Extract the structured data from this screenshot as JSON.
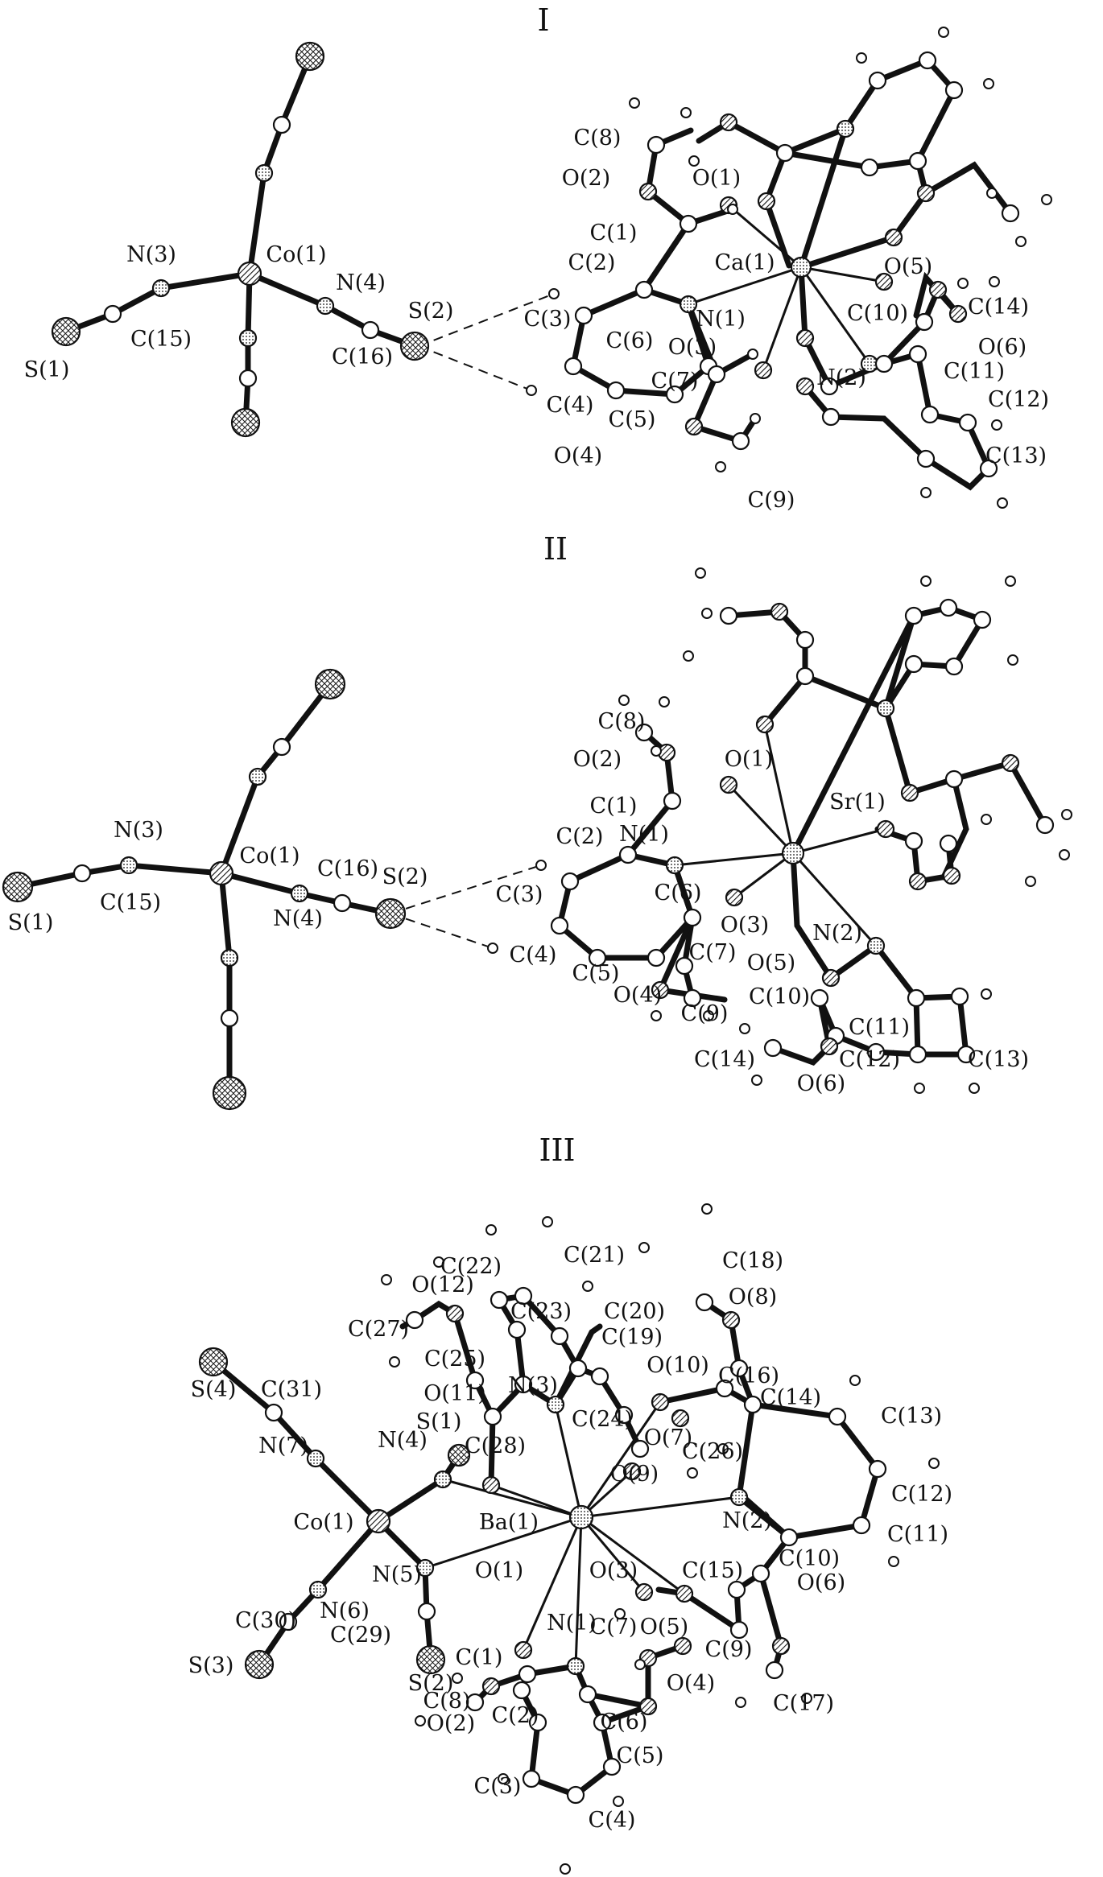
{
  "panels": [
    {
      "title": "I",
      "labels": [
        "C(8)",
        "O(2)",
        "O(1)",
        "C(1)",
        "C(2)",
        "Ca(1)",
        "O(5)",
        "N(3)",
        "Co(1)",
        "N(4)",
        "S(2)",
        "C(3)",
        "N(1)",
        "C(10)",
        "C(14)",
        "S(1)",
        "C(15)",
        "C(16)",
        "C(6)",
        "O(3)",
        "O(6)",
        "C(7)",
        "N(2)",
        "C(11)",
        "C(12)",
        "C(4)",
        "C(5)",
        "O(4)",
        "C(13)",
        "C(9)"
      ]
    },
    {
      "title": "II",
      "labels": [
        "C(8)",
        "O(2)",
        "O(1)",
        "C(1)",
        "Sr(1)",
        "N(3)",
        "Co(1)",
        "C(16)",
        "S(2)",
        "C(2)",
        "N(1)",
        "S(1)",
        "C(15)",
        "N(4)",
        "C(3)",
        "C(6)",
        "C(4)",
        "C(5)",
        "C(7)",
        "O(3)",
        "N(2)",
        "O(4)",
        "O(5)",
        "C(10)",
        "C(9)",
        "C(11)",
        "C(14)",
        "C(12)",
        "C(13)",
        "O(6)"
      ]
    },
    {
      "title": "III",
      "labels": [
        "C(21)",
        "C(22)",
        "C(18)",
        "O(12)",
        "O(8)",
        "C(23)",
        "C(20)",
        "C(27)",
        "C(19)",
        "C(25)",
        "O(10)",
        "C(16)",
        "S(4)",
        "C(31)",
        "N(3)",
        "O(11)",
        "C(14)",
        "C(13)",
        "C(24)",
        "S(1)",
        "O(7)",
        "C(26)",
        "N(7)",
        "N(4)",
        "C(28)",
        "O(9)",
        "C(12)",
        "Co(1)",
        "Ba(1)",
        "N(2)",
        "C(11)",
        "C(10)",
        "N(5)",
        "O(1)",
        "O(3)",
        "C(15)",
        "O(6)",
        "C(30)",
        "N(6)",
        "N(1)",
        "C(29)",
        "C(7)",
        "O(5)",
        "C(1)",
        "C(9)",
        "S(3)",
        "S(2)",
        "O(4)",
        "C(8)",
        "C(17)",
        "O(2)",
        "C(2)",
        "C(6)",
        "C(5)",
        "C(3)",
        "C(4)"
      ]
    }
  ]
}
